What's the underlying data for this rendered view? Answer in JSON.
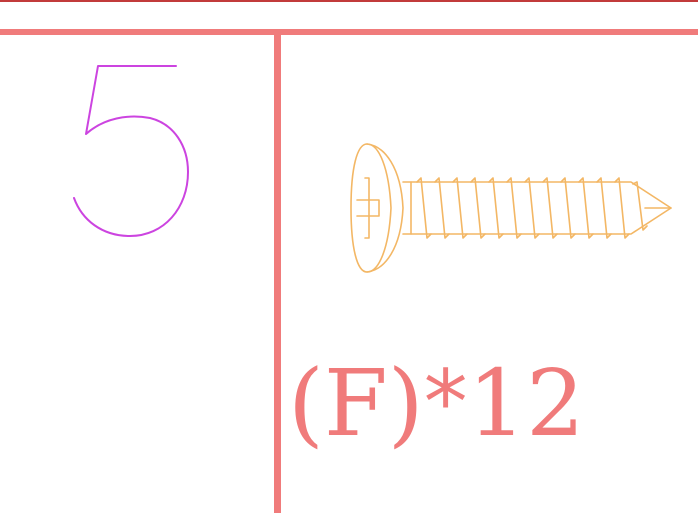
{
  "step": {
    "number": "5"
  },
  "part": {
    "label": "(F)",
    "multiplier": "*",
    "quantity": "12",
    "icon": "pan-head-screw-icon"
  },
  "colors": {
    "border_dark": "#c23b3b",
    "border": "#f07b7b",
    "step_number": "#cc44e0",
    "screw_outline": "#f3b765",
    "label": "#f07b7b"
  }
}
